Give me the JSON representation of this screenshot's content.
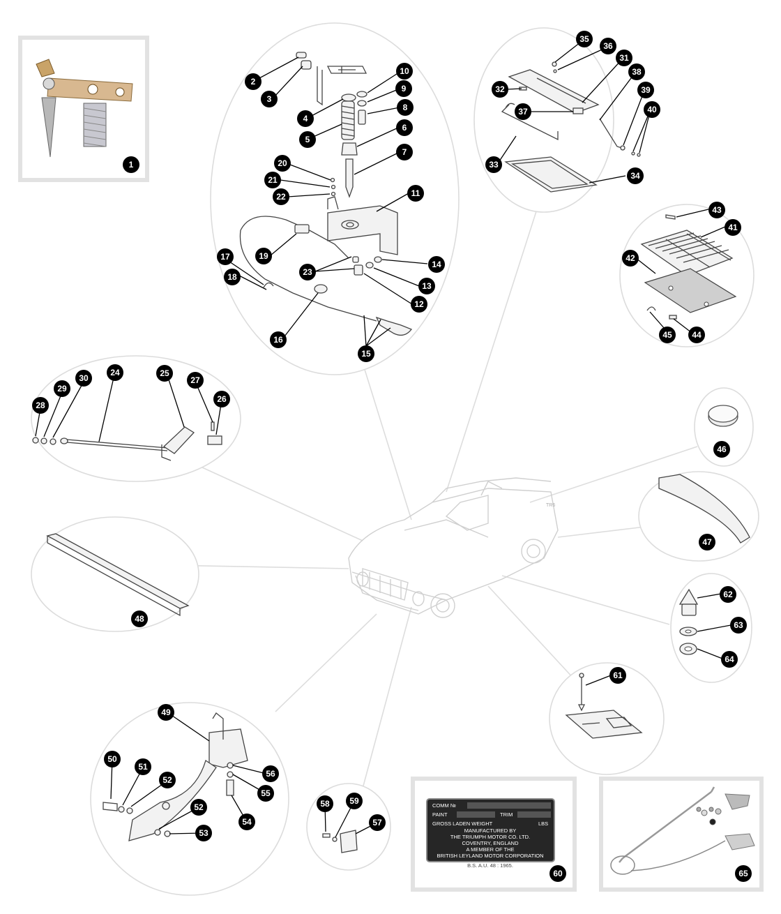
{
  "callouts": [
    "1",
    "2",
    "3",
    "4",
    "5",
    "6",
    "7",
    "8",
    "9",
    "10",
    "11",
    "12",
    "13",
    "14",
    "15",
    "16",
    "17",
    "18",
    "19",
    "20",
    "21",
    "22",
    "23",
    "24",
    "25",
    "26",
    "27",
    "28",
    "29",
    "30",
    "31",
    "32",
    "33",
    "34",
    "35",
    "36",
    "37",
    "38",
    "39",
    "40",
    "41",
    "42",
    "43",
    "44",
    "45",
    "46",
    "47",
    "48",
    "49",
    "50",
    "51",
    "52",
    "53",
    "54",
    "55",
    "56",
    "57",
    "58",
    "59",
    "60",
    "61",
    "62",
    "63",
    "64",
    "65"
  ],
  "plate": {
    "comm": "COMM №",
    "paint": "PAINT",
    "trim": "TRIM",
    "gross": "GROSS LADEN WEIGHT",
    "lbs": "LBS",
    "manufactured": "MANUFACTURED BY",
    "company": "THE TRIUMPH MOTOR CO. LTD.",
    "location": "COVENTRY, ENGLAND",
    "member": "A MEMBER OF THE",
    "corporation": "BRITISH LEYLAND MOTOR CORPORATION",
    "standard": "B.S.  A.U. 48 : 1965."
  },
  "car_badge": "TR6"
}
